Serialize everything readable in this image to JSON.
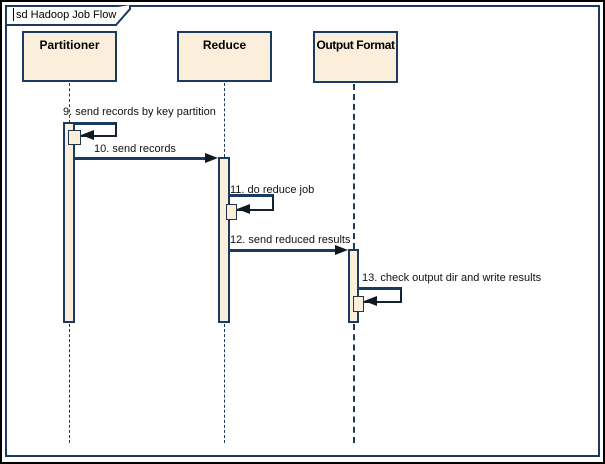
{
  "frame": {
    "label": "sd Hadoop Job Flow"
  },
  "lifelines": [
    {
      "id": "partitioner",
      "name": "Partitioner"
    },
    {
      "id": "reduce",
      "name": "Reduce"
    },
    {
      "id": "output-format",
      "name": "Output Format"
    }
  ],
  "messages": [
    {
      "seq": "9",
      "label": "9. send records by key partition",
      "type": "self",
      "from": "Partitioner",
      "to": "Partitioner"
    },
    {
      "seq": "10",
      "label": "10. send records",
      "type": "call",
      "from": "Partitioner",
      "to": "Reduce"
    },
    {
      "seq": "11",
      "label": "11. do reduce job",
      "type": "self",
      "from": "Reduce",
      "to": "Reduce"
    },
    {
      "seq": "12",
      "label": "12. send reduced results",
      "type": "call",
      "from": "Reduce",
      "to": "Output Format"
    },
    {
      "seq": "13",
      "label": "13. check output dir and write results",
      "type": "self",
      "from": "Output Format",
      "to": "Output Format"
    }
  ],
  "colors": {
    "element_fill": "#FBEEDB",
    "element_border": "#1B3A5F",
    "message_line": "#1B3A5F",
    "arrowhead": "#101820",
    "outer_border": "#000000",
    "background": "#FFFFFF"
  }
}
